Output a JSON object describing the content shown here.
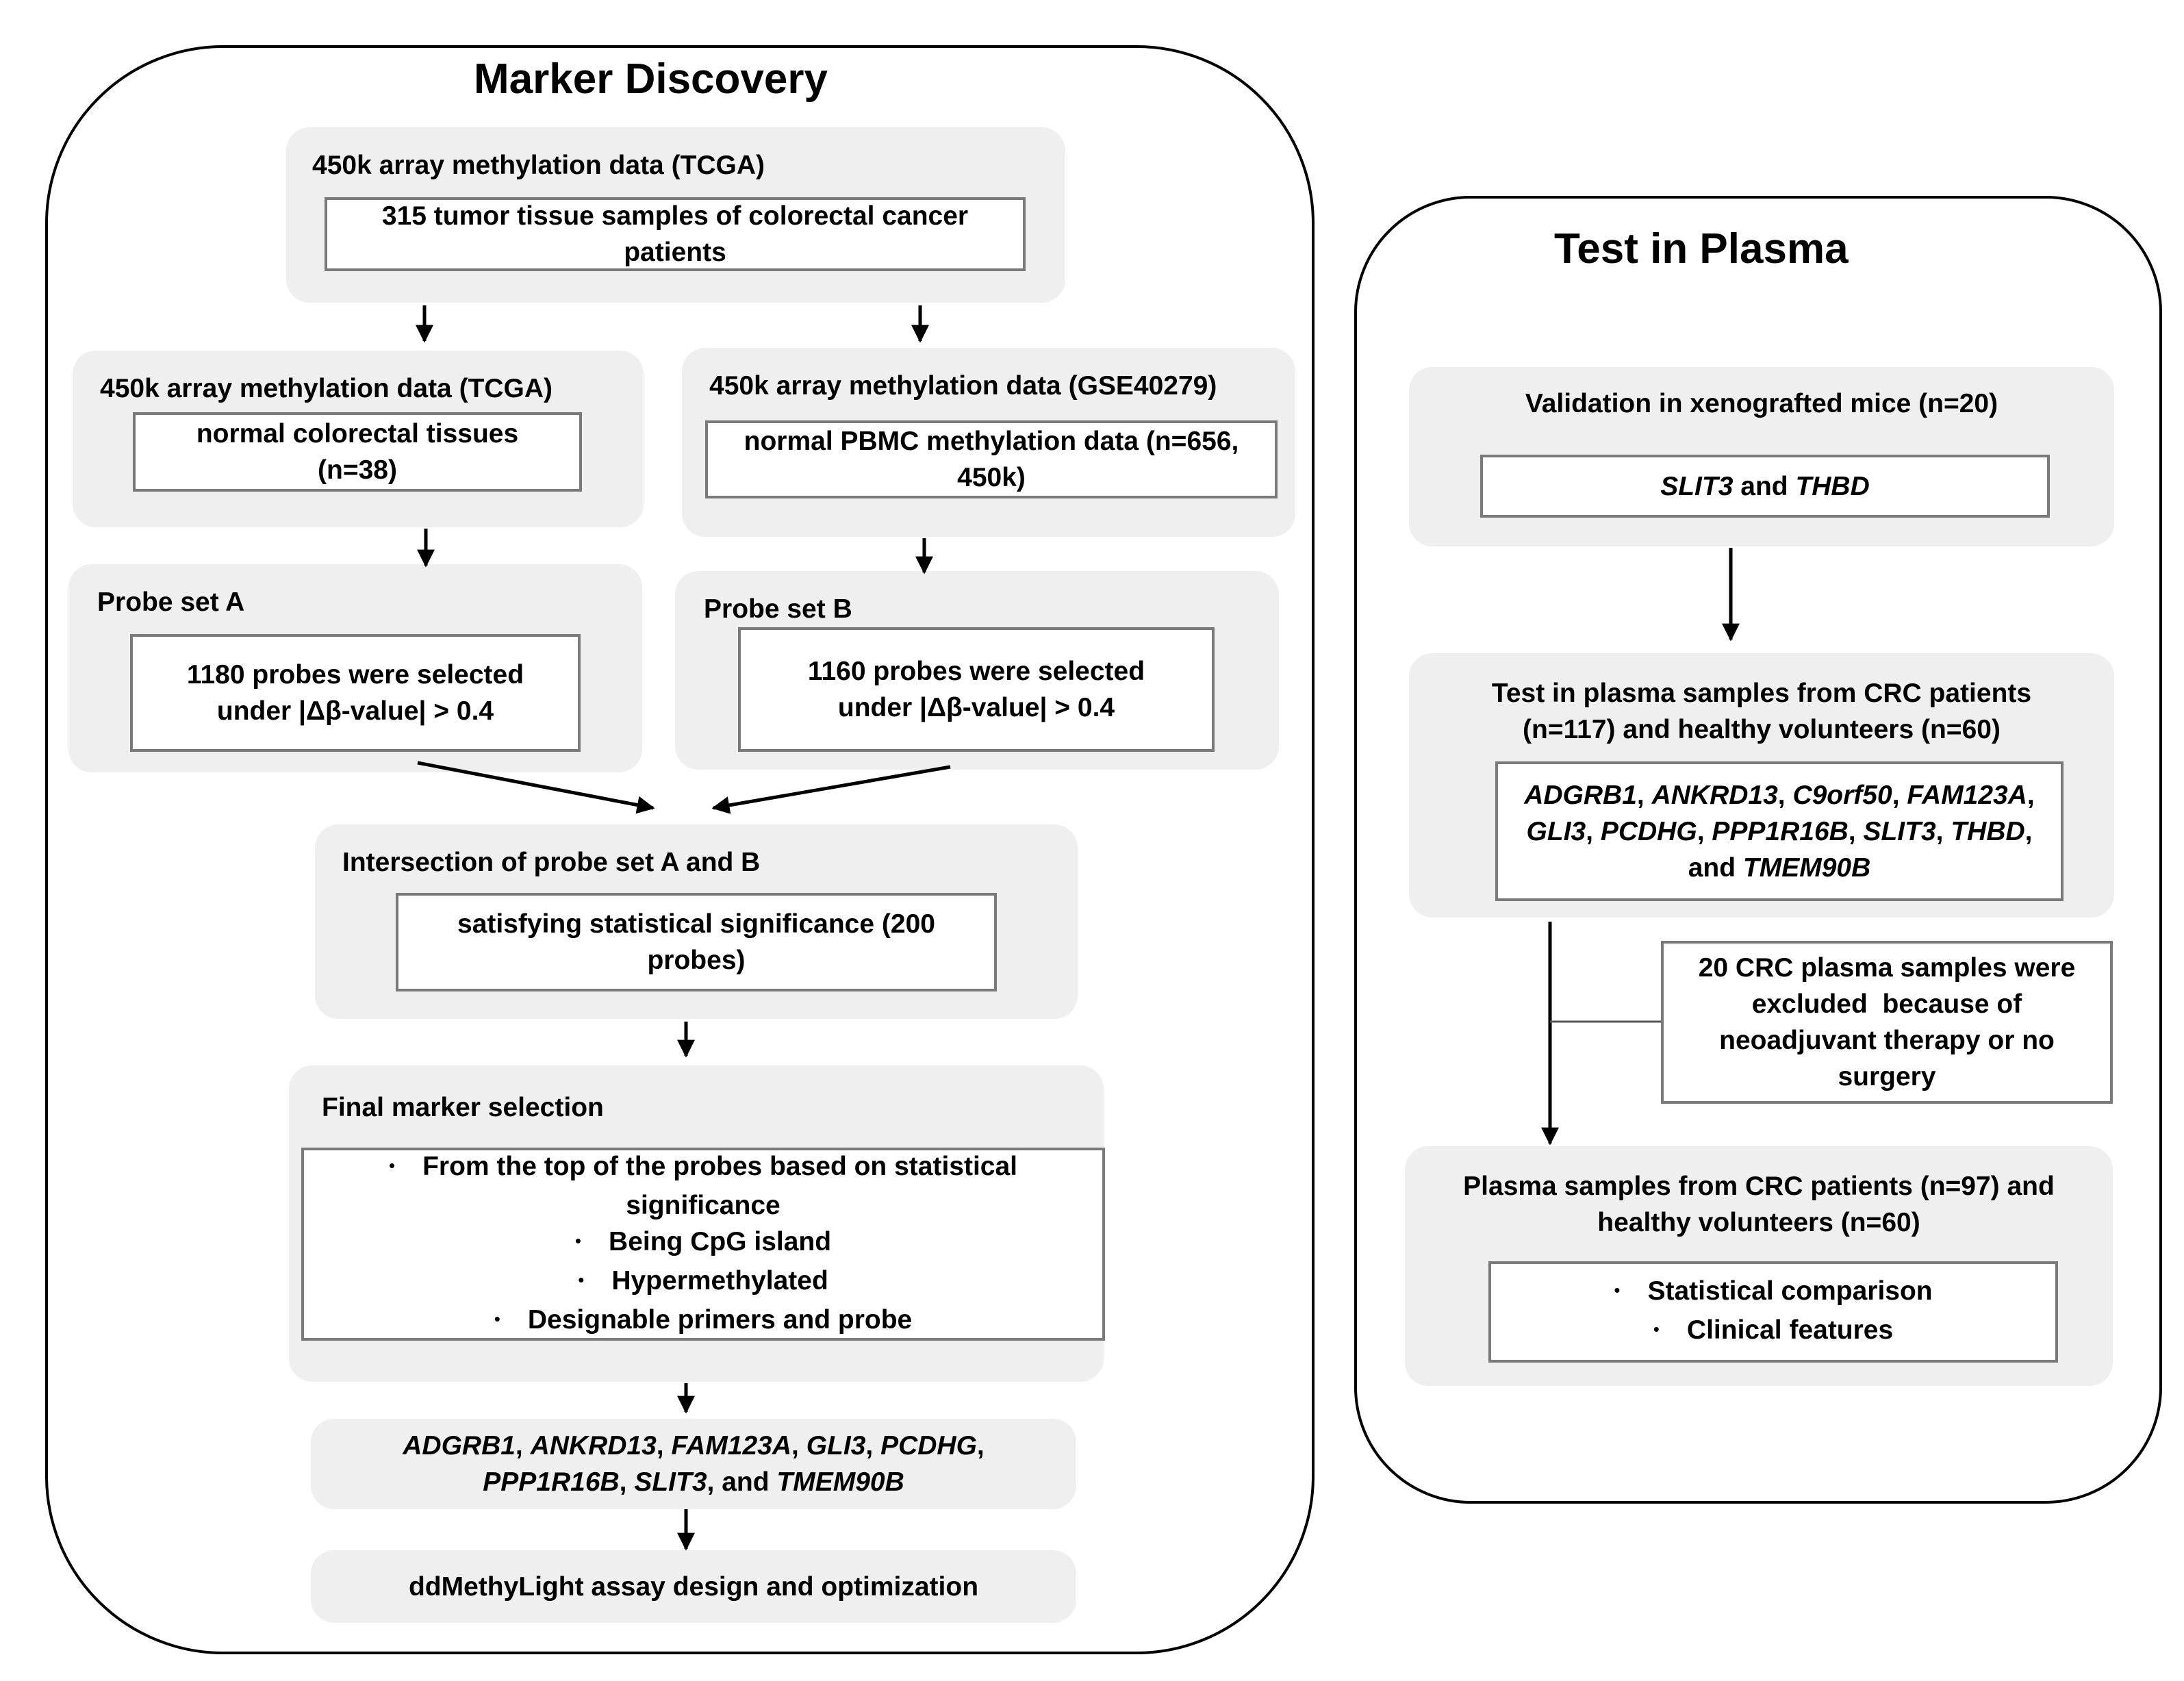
{
  "left_panel": {
    "title": "Marker Discovery",
    "tcga_source": {
      "label": "450k array methylation data (TCGA)",
      "text": [
        "315 tumor tissue samples of colorectal cancer",
        "patients"
      ]
    },
    "normal_tcga": {
      "label": "450k array methylation data (TCGA)",
      "text": [
        "normal colorectal tissues",
        "(n=38)"
      ]
    },
    "pbmc_geo": {
      "label": "450k array methylation data (GSE40279)",
      "text": [
        "normal PBMC methylation data (n=656,",
        "450k)"
      ]
    },
    "probe_set_a": {
      "label": "Probe set A",
      "text": [
        "1180 probes were selected",
        "under |Δβ-value| > 0.4"
      ]
    },
    "probe_set_b": {
      "label": "Probe set B",
      "text": [
        "1160 probes were selected",
        "under |Δβ-value| > 0.4"
      ]
    },
    "intersection": {
      "label": "Intersection of probe set A and B",
      "text": [
        "satisfying statistical significance (200",
        "probes)"
      ]
    },
    "final_selection": {
      "label": "Final marker selection",
      "bullets": [
        "From the top of the probes based on statistical",
        "significance",
        "Being CpG island",
        "Hypermethylated",
        "Designable primers and probe"
      ]
    },
    "markers": {
      "line1": {
        "m1": "ADGRB1",
        "m2": "ANKRD13",
        "m3": "FAM123A",
        "m4": "GLI3",
        "m5": "PCDHG"
      },
      "line2": {
        "m1": "PPP1R16B",
        "m2": "SLIT3",
        "and": "and",
        "m3": "TMEM90B"
      }
    },
    "assay": {
      "text": "ddMethyLight assay design and optimization"
    }
  },
  "right_panel": {
    "title": "Test in Plasma",
    "xenograft": {
      "label": "Validation in xenografted mice (n=20)",
      "m1": "SLIT3",
      "and": "and",
      "m2": "THBD"
    },
    "plasma_test": {
      "label": [
        "Test in plasma samples from CRC patients",
        "(n=117) and healthy volunteers (n=60)"
      ],
      "line1": {
        "m1": "ADGRB1",
        "m2": "ANKRD13",
        "m3": "C9orf50",
        "m4": "FAM123A"
      },
      "line2": {
        "m1": "GLI3",
        "m2": "PCDHG",
        "m3": "PPP1R16B",
        "m4": "SLIT3",
        "m5": "THBD"
      },
      "line3": {
        "and": "and",
        "m1": "TMEM90B"
      }
    },
    "excluded": {
      "text": [
        "20 CRC plasma samples were",
        "excluded  because of",
        "neoadjuvant therapy or no",
        "surgery"
      ]
    },
    "final_plasma": {
      "label": [
        "Plasma samples from CRC patients (n=97) and",
        "healthy volunteers (n=60)"
      ],
      "bullets": [
        "Statistical comparison",
        "Clinical features"
      ]
    }
  }
}
